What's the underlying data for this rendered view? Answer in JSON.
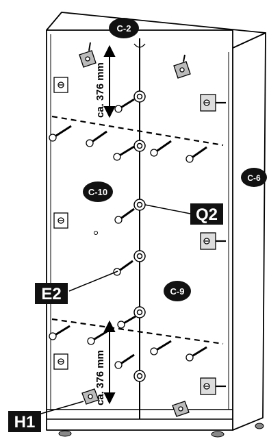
{
  "labels": {
    "top": "C-2",
    "side": "C-6",
    "left_door": "C-10",
    "right_door": "C-9",
    "q2": "Q2",
    "e2": "E2",
    "h1": "H1"
  },
  "dimensions": {
    "upper": "ca. 376 mm",
    "lower": "ca. 376 mm"
  }
}
